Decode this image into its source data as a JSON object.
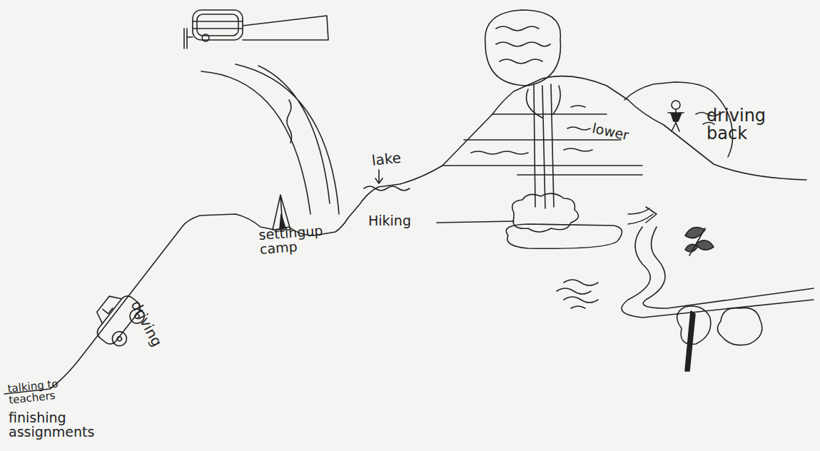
{
  "diagram": {
    "labels": [
      "talking to teachers",
      "finishing assignments",
      "driving",
      "settingup camp",
      "lake",
      "Hiking",
      "lower",
      "driving back"
    ]
  }
}
